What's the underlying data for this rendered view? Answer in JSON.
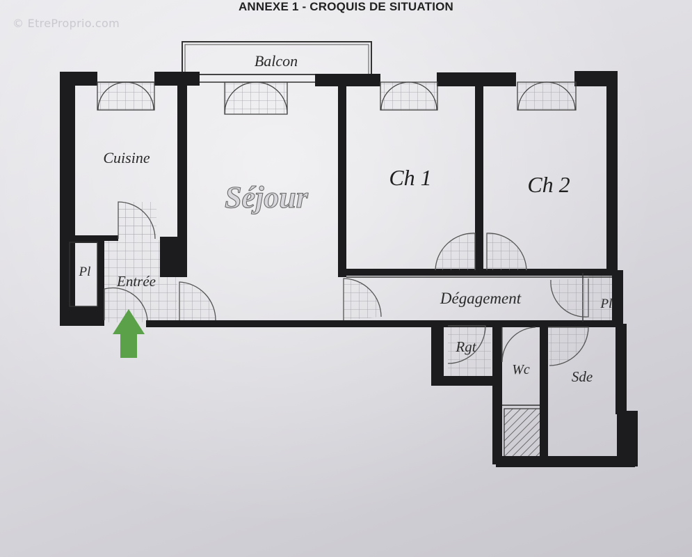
{
  "title": "ANNEXE 1 - CROQUIS DE SITUATION",
  "watermark": "© EtreProprio.com",
  "rooms": {
    "balcon": "Balcon",
    "cuisine": "Cuisine",
    "sejour": "Séjour",
    "ch1": "Ch 1",
    "ch2": "Ch 2",
    "pl_left": "Pl",
    "entree": "Entrée",
    "degagement": "Dégagement",
    "pl_right": "Pl",
    "rgt": "Rgt",
    "wc": "Wc",
    "sde": "Sde"
  },
  "colors": {
    "wall": "#1c1c1e",
    "tile": "#9a9aa0",
    "arrow": "#5aa14a"
  },
  "icons": {
    "entry_arrow": "up-arrow-icon"
  }
}
